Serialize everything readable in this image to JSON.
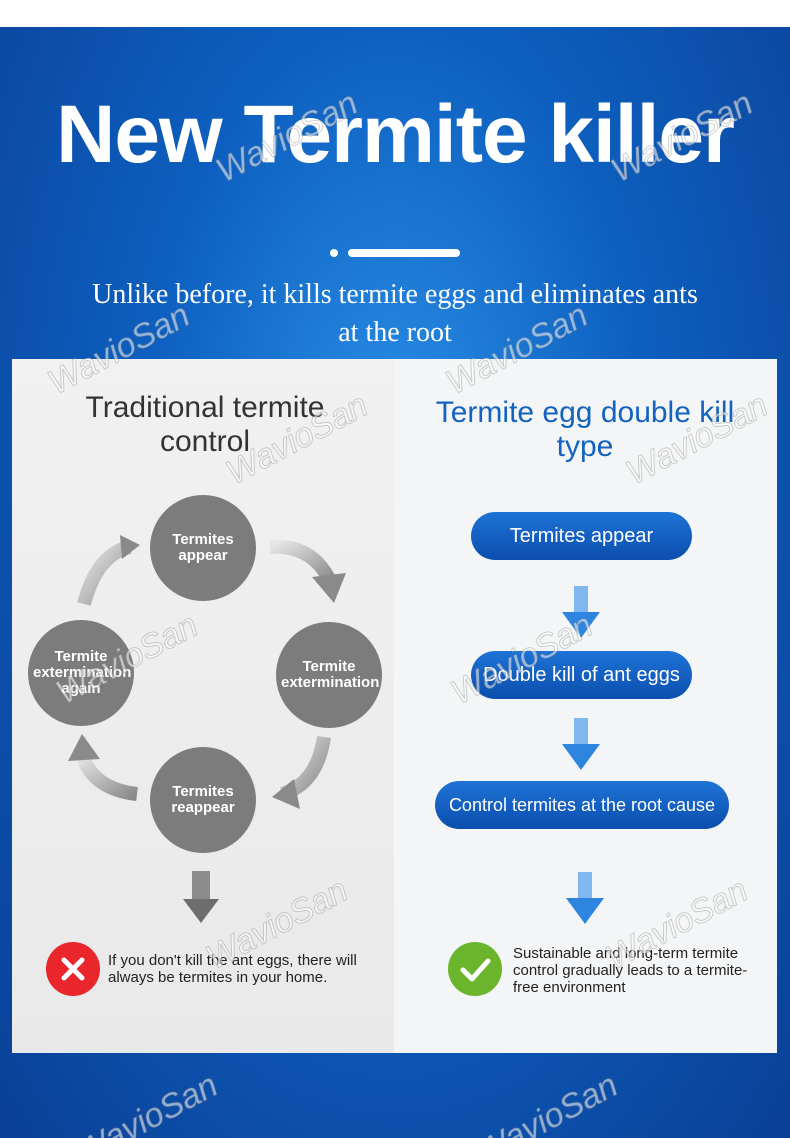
{
  "header": {
    "title": "New Termite killer",
    "subtitle": "Unlike before, it kills termite eggs and eliminates ants at the root"
  },
  "left_panel": {
    "title": "Traditional termite control",
    "cycle": [
      "Termites appear",
      "Termite extermination",
      "Termites reappear",
      "Termite extermination again"
    ],
    "note": "If you don't kill the ant eggs, there will always be termites in your home.",
    "badge_icon": "x-icon"
  },
  "right_panel": {
    "title": "Termite egg double kill type",
    "steps": [
      "Termites appear",
      "Double kill of ant eggs",
      "Control termites at the root cause"
    ],
    "note": "Sustainable and long-term termite control gradually leads to a termite-free environment",
    "badge_icon": "check-icon"
  },
  "watermark": "WavioSan",
  "colors": {
    "background": "#0d5fbf",
    "accent_blue": "#1463bf",
    "circle_gray": "#7c7c7c",
    "error_red": "#e8262b",
    "success_green": "#6bb52c"
  }
}
